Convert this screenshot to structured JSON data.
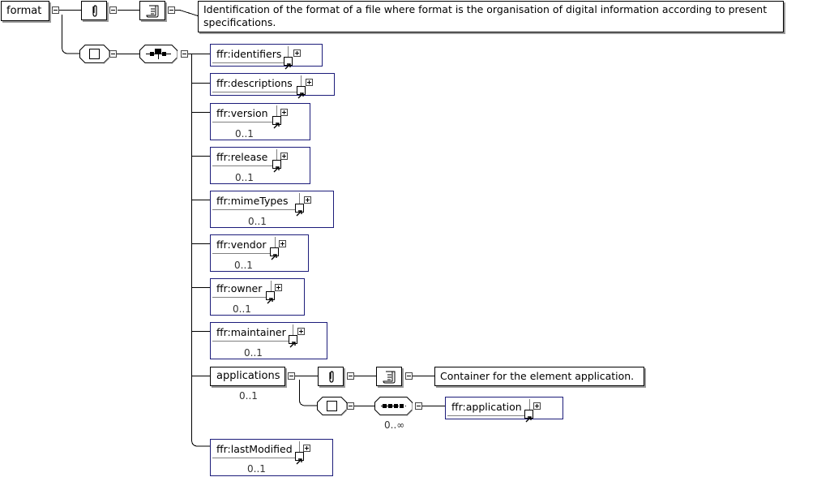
{
  "root": {
    "name": "format"
  },
  "root_doc": "Identification of the format of a file where format is the organisation of digital information according to present specifications.",
  "children": [
    {
      "name": "ffr:identifiers",
      "occurs": ""
    },
    {
      "name": "ffr:descriptions",
      "occurs": ""
    },
    {
      "name": "ffr:version",
      "occurs": "0..1"
    },
    {
      "name": "ffr:release",
      "occurs": "0..1"
    },
    {
      "name": "ffr:mimeTypes",
      "occurs": "0..1"
    },
    {
      "name": "ffr:vendor",
      "occurs": "0..1"
    },
    {
      "name": "ffr:owner",
      "occurs": "0..1"
    },
    {
      "name": "ffr:maintainer",
      "occurs": "0..1"
    },
    {
      "name": "applications",
      "occurs": "0..1"
    },
    {
      "name": "ffr:lastModified",
      "occurs": "0..1"
    }
  ],
  "applications": {
    "doc": "Container for the element application.",
    "sequence_occurs": "0..∞",
    "child": "ffr:application"
  },
  "icons": [
    "attribute-clip-icon",
    "annotation-scroll-icon",
    "complex-type-icon",
    "sequence-icon",
    "reference-arrow-icon",
    "expand-icon",
    "collapse-icon"
  ]
}
